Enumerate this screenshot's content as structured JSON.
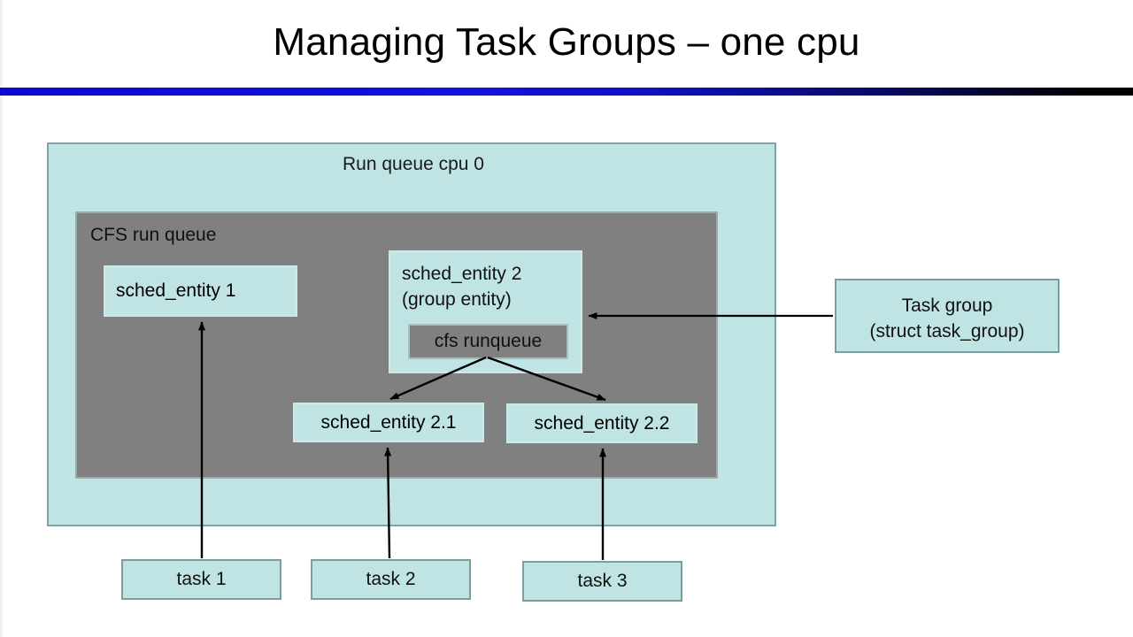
{
  "slide": {
    "title": "Managing Task Groups – one cpu",
    "accent_color": "#1212e0",
    "box_fill": "#bfe4e3",
    "gray_fill": "#808080"
  },
  "diagram": {
    "run_queue": {
      "label": "Run queue cpu 0"
    },
    "cfs_run_queue": {
      "label": "CFS run queue"
    },
    "sched_entity_1": {
      "label": "sched_entity 1"
    },
    "sched_entity_2": {
      "label": "sched_entity 2\n(group entity)",
      "inner_label": "cfs runqueue"
    },
    "sched_entity_2_1": {
      "label": "sched_entity 2.1"
    },
    "sched_entity_2_2": {
      "label": "sched_entity 2.2"
    },
    "task_group": {
      "label": "Task group\n(struct task_group)"
    },
    "tasks": [
      {
        "label": "task 1"
      },
      {
        "label": "task 2"
      },
      {
        "label": "task 3"
      }
    ]
  }
}
